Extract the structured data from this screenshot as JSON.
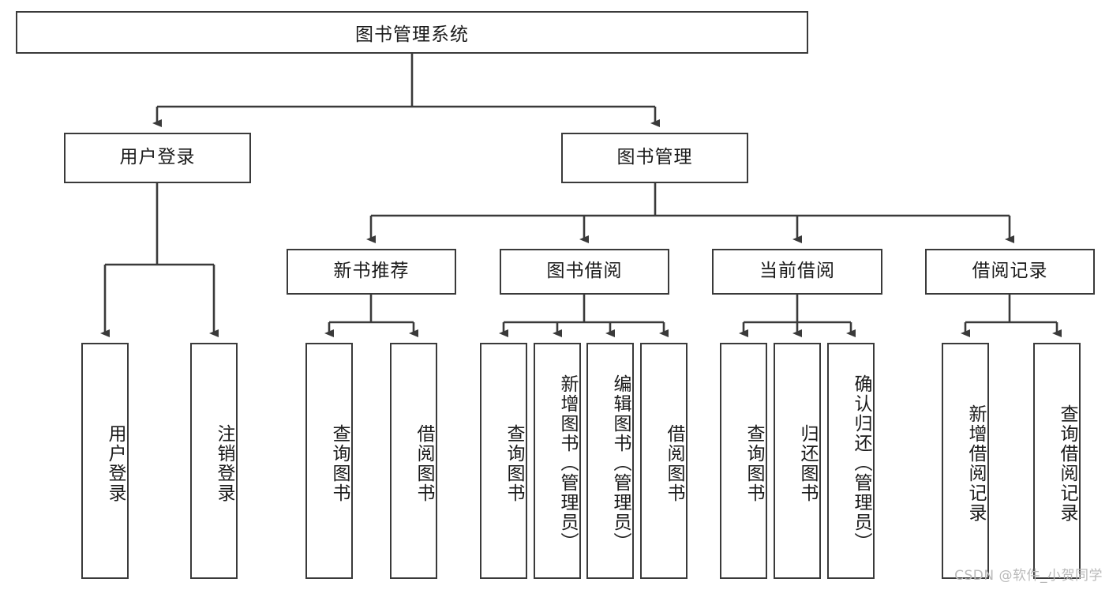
{
  "diagram": {
    "title": "图书管理系统",
    "root": {
      "label": "图书管理系统"
    },
    "level2": [
      {
        "label": "用户登录"
      },
      {
        "label": "图书管理"
      }
    ],
    "level3": [
      {
        "label": "新书推荐"
      },
      {
        "label": "图书借阅"
      },
      {
        "label": "当前借阅"
      },
      {
        "label": "借阅记录"
      }
    ],
    "leaves": [
      {
        "label": "用户登录"
      },
      {
        "label": "注销登录"
      },
      {
        "label": "查询图书"
      },
      {
        "label": "借阅图书"
      },
      {
        "label": "查询图书"
      },
      {
        "label": "新增图书（管理员）"
      },
      {
        "label": "编辑图书（管理员）"
      },
      {
        "label": "借阅图书"
      },
      {
        "label": "查询图书"
      },
      {
        "label": "归还图书"
      },
      {
        "label": "确认归还（管理员）"
      },
      {
        "label": "新增借阅记录"
      },
      {
        "label": "查询借阅记录"
      }
    ],
    "watermark": "CSDN @软件_小贺同学",
    "colors": {
      "stroke": "#3a3a3a",
      "fill": "#ffffff",
      "text": "#1a1a1a",
      "watermark": "#b9b9b9"
    }
  }
}
